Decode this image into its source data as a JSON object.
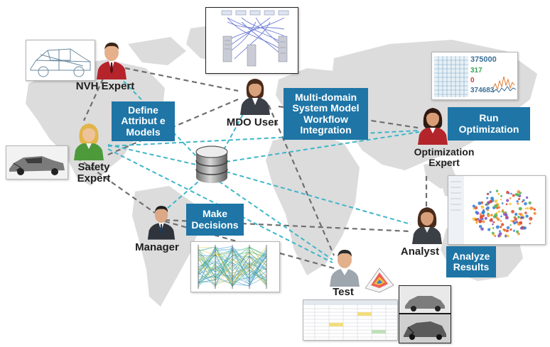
{
  "people": {
    "nvh": "NVH Expert",
    "mdo": "MDO User",
    "safety": "Safety Expert",
    "optimization": "Optimization Expert",
    "manager": "Manager",
    "analyst": "Analyst",
    "test": "Test"
  },
  "boxes": {
    "define": "Define Attribut e Models",
    "workflow": "Multi-domain System Model Workflow Integration",
    "run": "Run Optimization",
    "decisions": "Make Decisions",
    "analyze": "Analyze Results"
  },
  "dashboard": {
    "v1": "375000",
    "v2": "317",
    "v3": "0",
    "v4": "374683"
  },
  "colors": {
    "box": "#1e75a6",
    "dash_gray": "#6f6f6f",
    "dash_cyan": "#3fb6c9",
    "map": "#dcdcdc"
  }
}
